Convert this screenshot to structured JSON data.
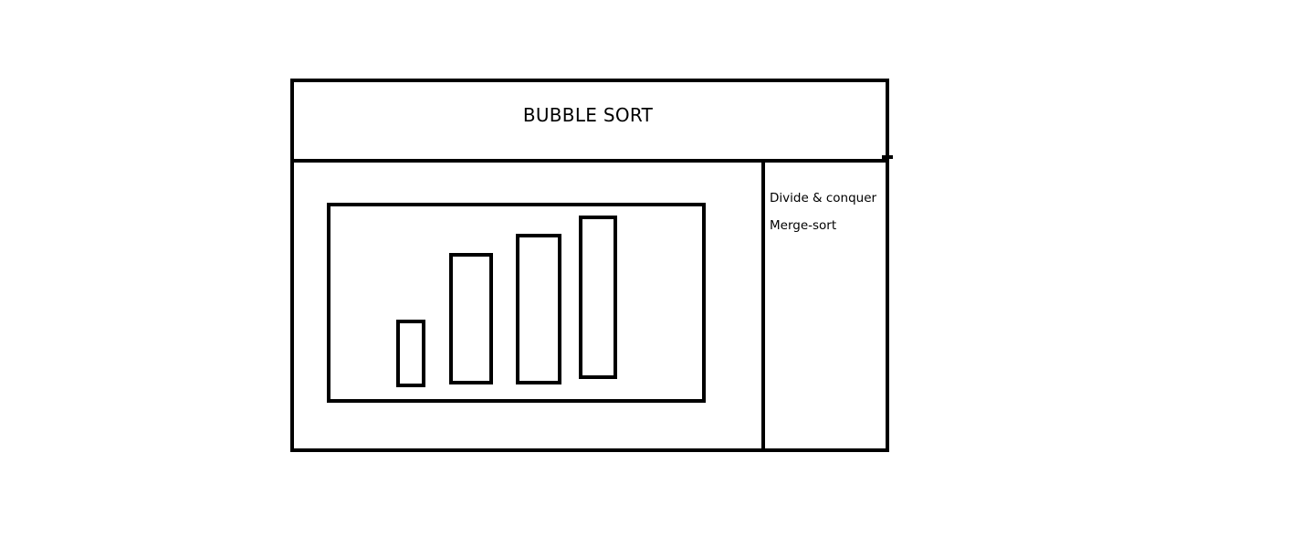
{
  "header": {
    "title": "BUBBLE SORT"
  },
  "sidebar": {
    "items": [
      {
        "label": "Divide & conquer"
      },
      {
        "label": "Merge-sort"
      }
    ]
  },
  "visualization": {
    "bars": [
      {
        "value": 1
      },
      {
        "value": 2
      },
      {
        "value": 2.3
      },
      {
        "value": 2.5
      }
    ],
    "stroke_color": "#000000"
  }
}
